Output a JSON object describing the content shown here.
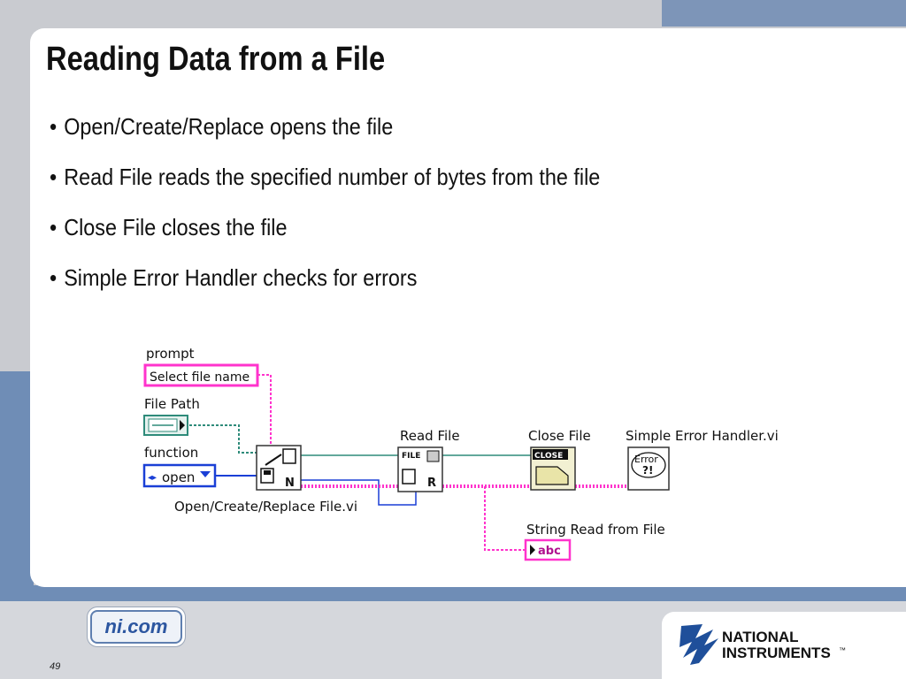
{
  "slide": {
    "title": "Reading Data from a File",
    "bullets": [
      "Open/Create/Replace opens the file",
      "Read File reads the specified number of bytes from the file",
      "Close File closes the file",
      "Simple Error Handler checks for errors"
    ],
    "bullet_char": "•",
    "page_number": "49"
  },
  "diagram": {
    "prompt_label": "prompt",
    "prompt_value": "Select file name",
    "file_path_label": "File Path",
    "function_label": "function",
    "function_value": "open",
    "open_node_label": "Open/Create/Replace File.vi",
    "read_node_label": "Read File",
    "close_node_label": "Close File",
    "error_node_label": "Simple Error Handler.vi",
    "string_label": "String Read from File",
    "icons": {
      "open": {
        "glyph": "N"
      },
      "read": {
        "top": "FILE",
        "glyph": "R"
      },
      "close": {
        "top": "CLOSE"
      },
      "error": {
        "line1": "Error",
        "line2": "?!"
      },
      "string": {
        "text": "abc"
      }
    }
  },
  "footer": {
    "site": "ni.com",
    "brand_line1": "NATIONAL",
    "brand_line2": "INSTRUMENTS",
    "trademark": "™"
  },
  "colors": {
    "string_wire": "#ff33cc",
    "path_wire": "#2e8b7a",
    "enum_wire": "#1a3fd6",
    "accent_blue": "#6f8db6"
  }
}
